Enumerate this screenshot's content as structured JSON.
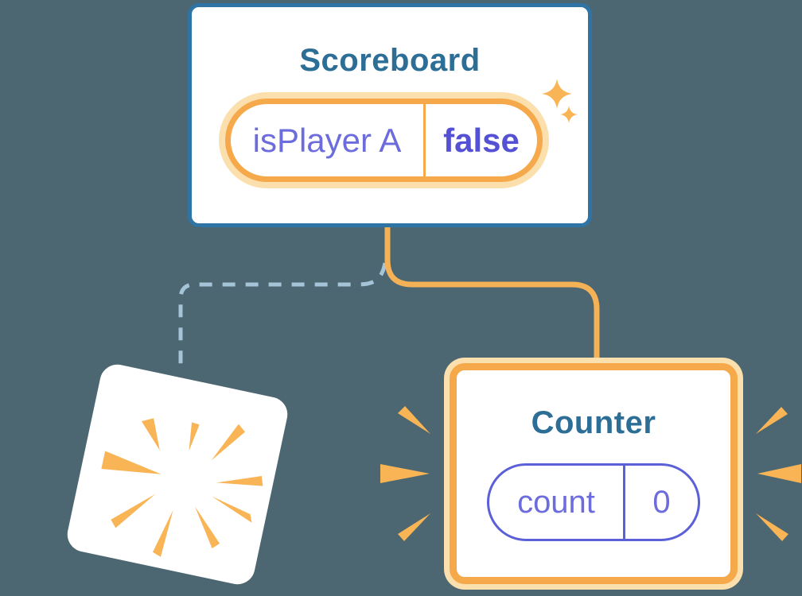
{
  "scoreboard": {
    "title": "Scoreboard",
    "state": {
      "name": "isPlayer A",
      "value": "false"
    }
  },
  "counter": {
    "title": "Counter",
    "state": {
      "name": "count",
      "value": "0"
    }
  },
  "colors": {
    "bg": "#4C6672",
    "card_border": "#2E74A4",
    "title": "#2D6E96",
    "orange": "#F5A94B",
    "orange_light": "#FBDFAD",
    "connector": "#F5B156",
    "dashed": "#A5C4D8",
    "purple": "#6C6CDC",
    "purple_bold": "#5551D4",
    "pill_purple": "#5B60D8",
    "burst": "#F8B455"
  },
  "icons": {
    "sparkles": "sparkles-icon",
    "poof": "poof-burst-icon",
    "solid_connector": "parent-to-counter-connector",
    "dashed_connector": "parent-to-removed-connector"
  }
}
